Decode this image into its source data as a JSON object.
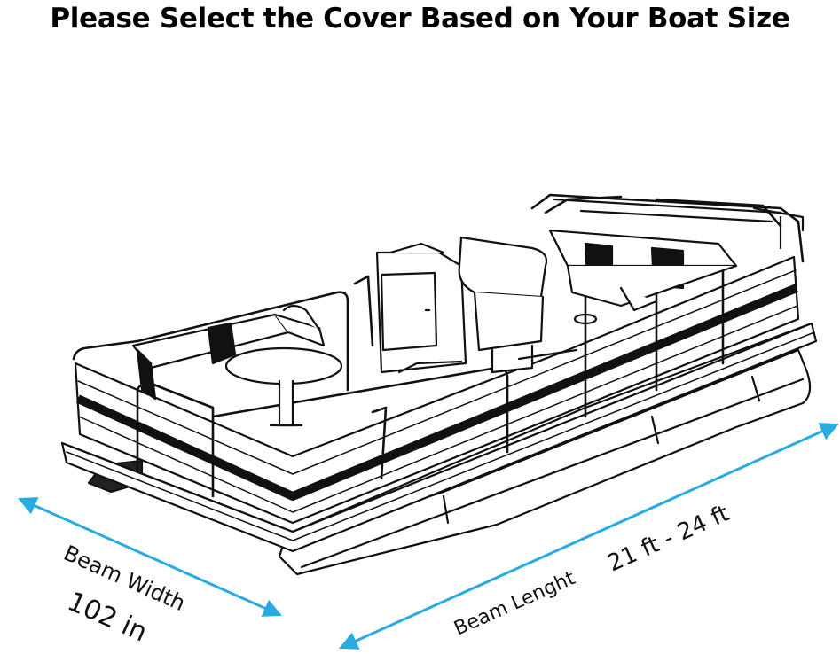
{
  "title": "Please Select the Cover Based on Your Boat Size",
  "labels": {
    "beam_width_title": "Beam Width",
    "beam_width_value": "102 in",
    "beam_length_title": "Beam Lenght",
    "beam_length_value": "21 ft - 24 ft"
  },
  "colors": {
    "arrow": "#29ABE2",
    "line": "#111111"
  }
}
